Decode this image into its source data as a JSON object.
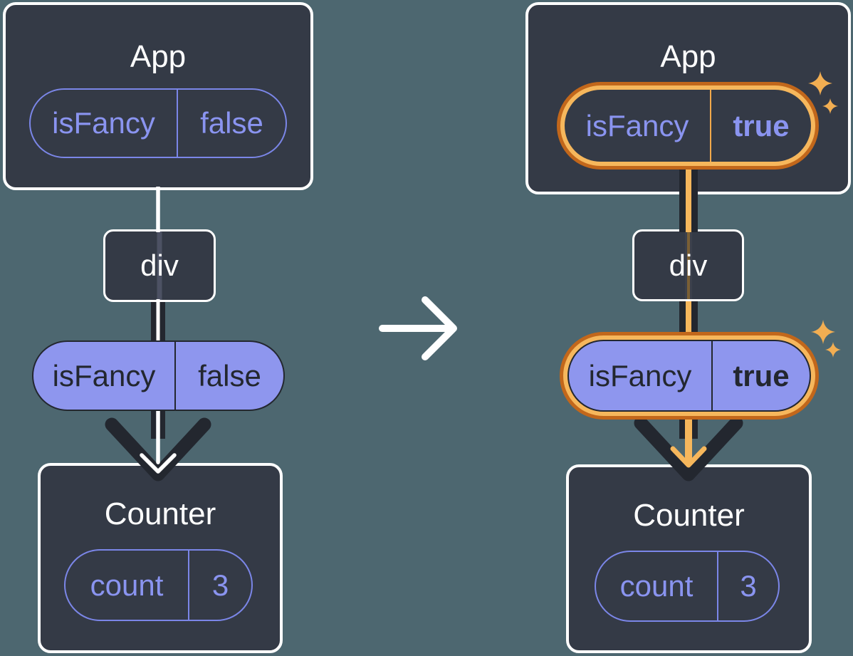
{
  "canvas": {
    "background": "#4D6770"
  },
  "colors": {
    "box_fill": "#343A46",
    "box_border": "#FFFFFF",
    "dark_line": "#23272F",
    "purple_border": "#7B86E8",
    "purple_text": "#8A94F0",
    "purple_fill": "#8E96EE",
    "highlight_orange": "#F6B75C",
    "highlight_orange_dark": "#C2671B",
    "sparkle": "#F2AE52"
  },
  "before": {
    "app": {
      "title": "App",
      "state": {
        "name": "isFancy",
        "value": "false"
      }
    },
    "div": {
      "label": "div"
    },
    "props": {
      "name": "isFancy",
      "value": "false"
    },
    "counter": {
      "title": "Counter",
      "state": {
        "name": "count",
        "value": "3"
      }
    }
  },
  "after": {
    "app": {
      "title": "App",
      "state": {
        "name": "isFancy",
        "value": "true"
      }
    },
    "div": {
      "label": "div"
    },
    "props": {
      "name": "isFancy",
      "value": "true"
    },
    "counter": {
      "title": "Counter",
      "state": {
        "name": "count",
        "value": "3"
      }
    }
  }
}
